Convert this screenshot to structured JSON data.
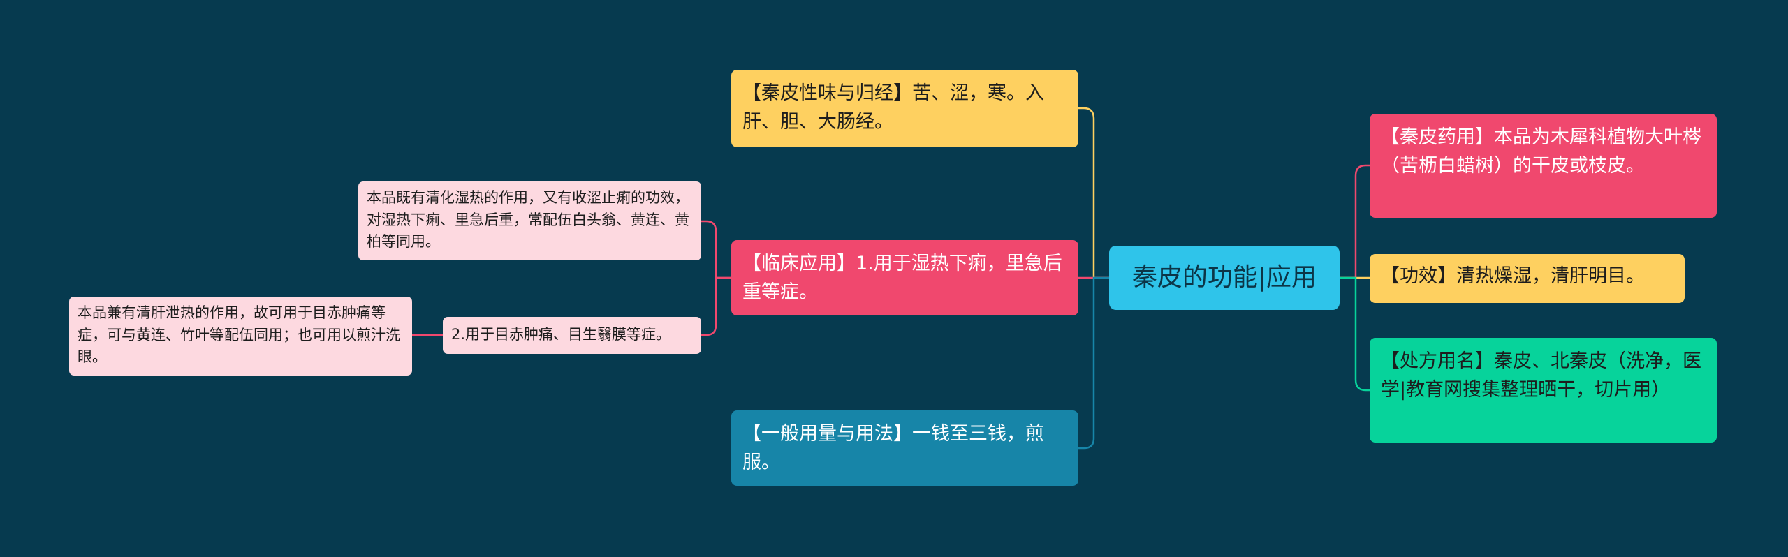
{
  "root": {
    "label": "秦皮的功能|应用"
  },
  "left_branches": {
    "xingwei": "【秦皮性味与归经】苦、涩，寒。入肝、胆、大肠经。",
    "linchuang": "【临床应用】1.用于湿热下痢，里急后重等症。",
    "yiban": "【一般用量与用法】一钱至三钱，煎服。"
  },
  "right_branches": {
    "yaoyong": "【秦皮药用】本品为木犀科植物大叶梣（苦枥白蜡树）的干皮或枝皮。",
    "gongxiao": "【功效】清热燥湿，清肝明目。",
    "chufang": "【处方用名】秦皮、北秦皮（洗净，医学|教育网搜集整理晒干，切片用）"
  },
  "sub_nodes": {
    "desc1": "本品既有清化湿热的作用，又有收涩止痢的功效，对湿热下痢、里急后重，常配伍白头翁、黄连、黄柏等同用。",
    "item2": "2.用于目赤肿痛、目生翳膜等症。",
    "desc2": "本品兼有清肝泄热的作用，故可用于目赤肿痛等症，可与黄连、竹叶等配伍同用；也可用以煎汁洗眼。"
  },
  "colors": {
    "background": "#063a4f",
    "root": "#2fc4ea",
    "yellow": "#fed060",
    "pink": "#f0486e",
    "blue": "#1785a8",
    "green": "#07d39b",
    "light_pink": "#fdd9e0"
  }
}
